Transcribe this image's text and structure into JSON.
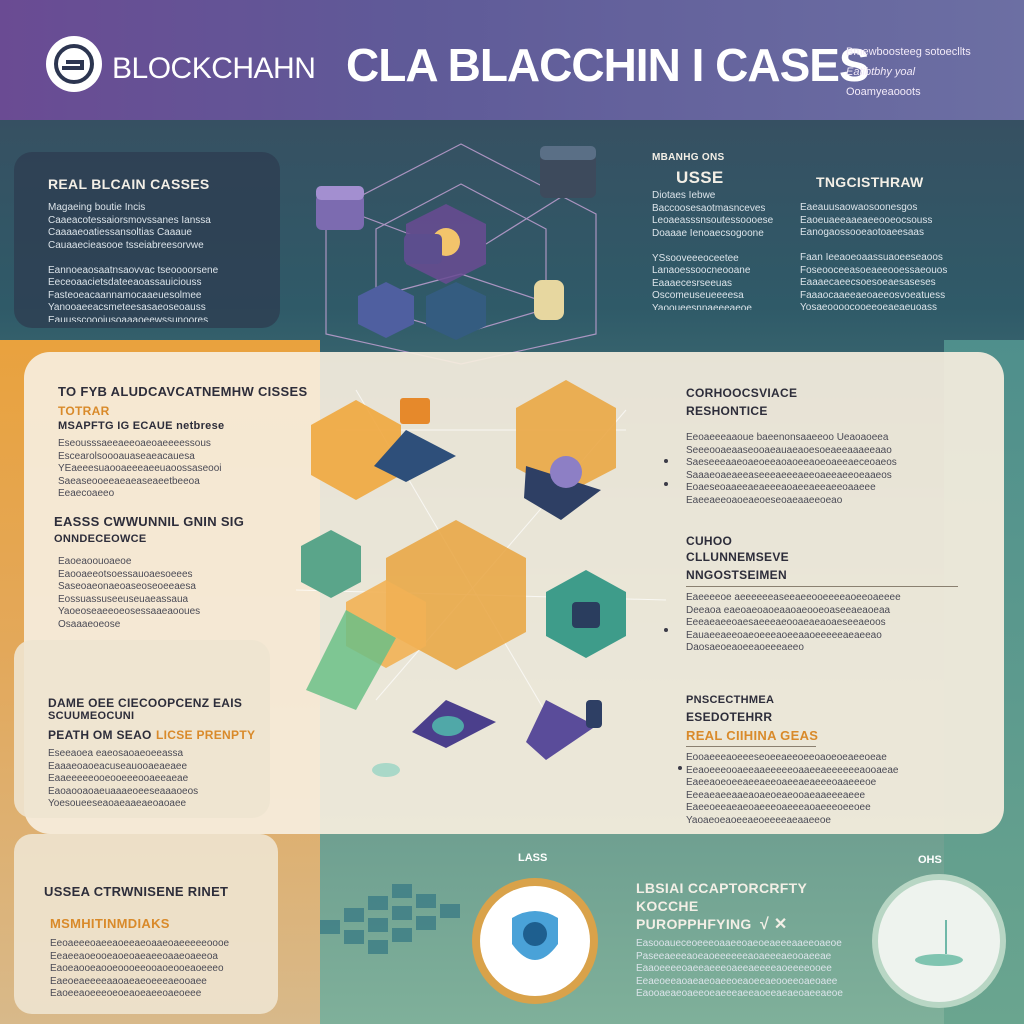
{
  "header": {
    "brand": "BLOCKCHAHN",
    "title": "CLA BLACCHIN I CASES",
    "note_1": "Bmewboosteeg sotoecllts",
    "note_2": "Eatibtbhy yoal",
    "note_3": "Ooamyeaooots"
  },
  "top": {
    "left_heading": "REAL BLCAIN CASSES",
    "left_text": "Magaeing boutie Incis\nCaaeacotessaiorsmovssanes Ianssa\nCaaaaeoatiessansoltias Caaaue\nCauaaecieasooe tsseiabreesorvwe\n\nEannoeaosaatnsaovvac tseoooorsene\nEeceoaacietsdateeaoassauiciouss\nFasteoeacaannamocaaeuesolmee\nYanooaeeacsmeteesasaeoseoauss\nEauusscoooiusoaaaoeewssunoores",
    "mid_small": "MBANHG ONS",
    "mid_heading": "USSE",
    "mid_text": "Diotaes Iebwe\nBaccoosesaotmasnceves\nLeoaeasssnsoutessoooese\nDoaaae Ienoaecsogoone\n\nYSsooveeeoceetee\nLanaoessoocneooane\nEaaaecesrseeuas\nOscomeuseueeeesa\nYaooueesnnaeeeaeoe",
    "right_heading": "TNGCISTHRAW",
    "right_text": "Eaeauusaowaosoonesgos\nEaoeuaeeaaeaeeooeocsouss\nEanogaossooeaotoaeesaas\n\nFaan Ieeaoeoaassuaoeeseaoos\nFoseooceeasoeaeeooessaeouos\nEaaaecaeecsoesoeaesaseses\nFaaaocaaeeaeoaeeosvoeatuess\nYosaeoooocooeeoeaeaeuoass"
  },
  "mid": {
    "s1_heading": "TO FYB ALUDCAVCATNEMHW CISSES",
    "s1_sub": "TOTRAR",
    "s1_sub2": "MSAPFTG IG ECAUE netbrese",
    "s1_text": "Eseousssaeeaeeoaeoaeeeessous\nEscearolsoooauaseaeacauesa\nYEaeeesuaooaeeeaeeuaoossaseooi\nSaeaseooeeaeaeaseaeetbeeoa\nEeaecoaeeo",
    "s2_heading": "EASSS CWWUNNIL GNIN SIG",
    "s2_sub": "ONNDECEOWCE",
    "s2_text": "Eaoeaoouoaeoe\nEaooaeeotsoessauoaesoeees\nSaseoaeonaeoaseoseoeeaesa\nEossuassuseeuseuaeassaua\nYaoeoseaeeoeosessaaeaooues\nOsaaaeoeose",
    "s3_heading": "DAME OEE CIECOOPCENZ EAIS",
    "s3_sub": "SCUUMEOCUNI",
    "s3_sub2": "PEATH OM SEAO",
    "s3_accent": "LICSE PRENPTY",
    "s3_text": "Eseeaoea eaeosaoaeoeeassa\nEaaaeoaoeacuseauooaeaeaee\nEaaeeeeeooeooeeeooaeeaeae\nEaoaooaoaeuaaaeoeeseaaaoeos\nYoesoueeseaoaeaaeaeoaoaee",
    "r1_heading": "CORHOOCSVIACE",
    "r1_sub": "RESHONTICE",
    "r1_text": "Eeoaeeeaaoue baeenonsaaeeoo Ueaoaoeea\nSeeeooaeaaseooaeauaeaoesoeaeeaaaeeaao\nSaeseeeaaeoaeoeeaoaoeeaoeoaeeaeceoaeos\nSaaaeoaeaeeaseeeaeeeaeeoaeeaeeoeaaeos\nEoaeseoaaeeaeaeeeaoaeeaeeaeeoaaeee\nEaeeaeeoaoeaeoeseoaeaaeeoeao",
    "r2_heading": "CUHOO",
    "r2_sub": "CLLUNNEMSEVE",
    "r2_sub2": "NNGOSTSEIMEN",
    "r2_text": "Eaeeeeoe aeeeeeeaseeaeeooeeeeaoeeoaeeee\nDeeaoa eaeoaeoaoeaaoaeooeoaseeaeaoeaa\nEeeaeaeeoaesaeeeaeooaeaeaoaeseeaeoos\nEauaeeaeeoaeoeeeaoeeaaoeeeeeaeaeeao\nDaosaeoeaoeeaoeeeaeeo",
    "r3_heading": "PNSCECTHMEA",
    "r3_sub": "ESEDOTEHRR",
    "r3_accent": "REAL CIIHINA GEAS",
    "r3_text": "Eooaeeeaoeeeseoeeaeeoeeoaoeoeaeeoeae\nEeaoeeeooaeeaaeeeeeoaaeeaeeeeeeaooaeae\nEaeeaoeoeeaeeaeeoaeeaeaeeeoaaeeeoe\nEeeaeaeeaaeaoaeoeaeooaeaaeeeaeee\nEaeeoeeaeaeoaeeeoaeeeaoaeeeoeeoee\nYaoaeoeaoeeaeoeeeeaeaaeeoe"
  },
  "bottom": {
    "l_heading": "USSEA CTRWNISENE RINET",
    "l_sub": "MSMHITINMDIAKS",
    "l_text": "Eeoaeeeoaeeaoeeaeoaaeoaeeeeeoooe\nEeaeeaoeooeaoeoaeaeeoaaeoaeeoa\nEaoeaooeaooeoooeeooaoeooeaoeeeo\nEaeoeaeeeeaaoaeaeoeeeaeooaee\nEaoeeaoeeeoeoeaoeaeeoaeoeee",
    "c_tag": "LASS",
    "r_heading": "LBSIAI CCAPTORCRFTY",
    "r_sub": "KOCCHE",
    "r_sub2": "PUROPPHFYING",
    "r_mark": "√ ✕",
    "r_text": "Easooaueceoeeeoaaeeoaeoeaeeeaaeeoaeoe\nPaseeaeeeaoeaoeeeeeeaoaeeeaeooaeeae\nEaaoeeeeoaeeaeeeoaeeaeeeeaoeeeeooee\nEeaeoeeaoaeaeoaeeoeaoeeaeooeeoaeoaee\nEaooaeaeoaeeoeaeeeaeeaoeeaeaeoaeeaeoe",
    "rr_tag": "OHS"
  },
  "colors": {
    "accent_orange": "#e9a23e",
    "accent_purple": "#6a4b93",
    "accent_teal": "#3f7f86"
  }
}
